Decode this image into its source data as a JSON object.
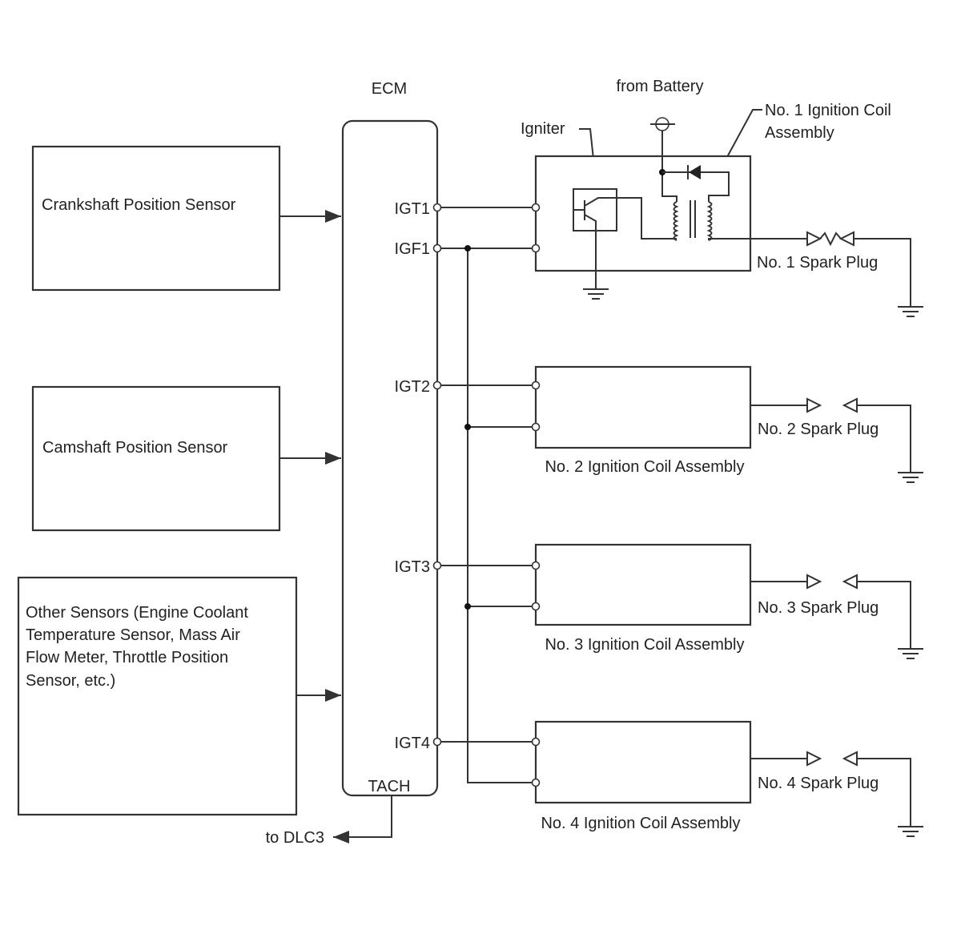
{
  "ecm": {
    "title": "ECM",
    "pins": [
      "IGT1",
      "IGF1",
      "IGT2",
      "IGT3",
      "IGT4"
    ],
    "tach": "TACH",
    "to_dlc3": "to DLC3"
  },
  "sensors": {
    "crankshaft": "Crankshaft Position Sensor",
    "camshaft": "Camshaft Position Sensor",
    "other_lines": [
      "Other Sensors (Engine Coolant",
      "Temperature Sensor, Mass Air",
      "Flow Meter, Throttle Position",
      "Sensor, etc.)"
    ]
  },
  "coil1": {
    "battery": "from Battery",
    "igniter": "Igniter",
    "title_lines": [
      "No. 1 Ignition Coil",
      "Assembly"
    ]
  },
  "coils": [
    "No. 2 Ignition Coil Assembly",
    "No. 3 Ignition Coil Assembly",
    "No. 4 Ignition Coil Assembly"
  ],
  "spark_plugs": [
    "No. 1 Spark Plug",
    "No. 2 Spark Plug",
    "No. 3 Spark Plug",
    "No. 4 Spark Plug"
  ]
}
